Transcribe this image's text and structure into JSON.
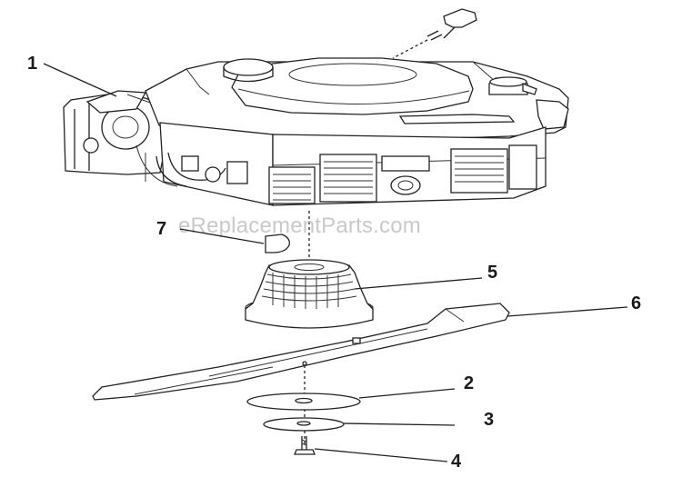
{
  "watermark": "eReplacementParts.com",
  "callouts": [
    {
      "id": "engine",
      "number": "1"
    },
    {
      "id": "blade-adapter-washer",
      "number": "2"
    },
    {
      "id": "blade-bolt-washer",
      "number": "3"
    },
    {
      "id": "blade-bolt",
      "number": "4"
    },
    {
      "id": "blade-adapter",
      "number": "5"
    },
    {
      "id": "blade",
      "number": "6"
    },
    {
      "id": "key",
      "number": "7"
    }
  ]
}
